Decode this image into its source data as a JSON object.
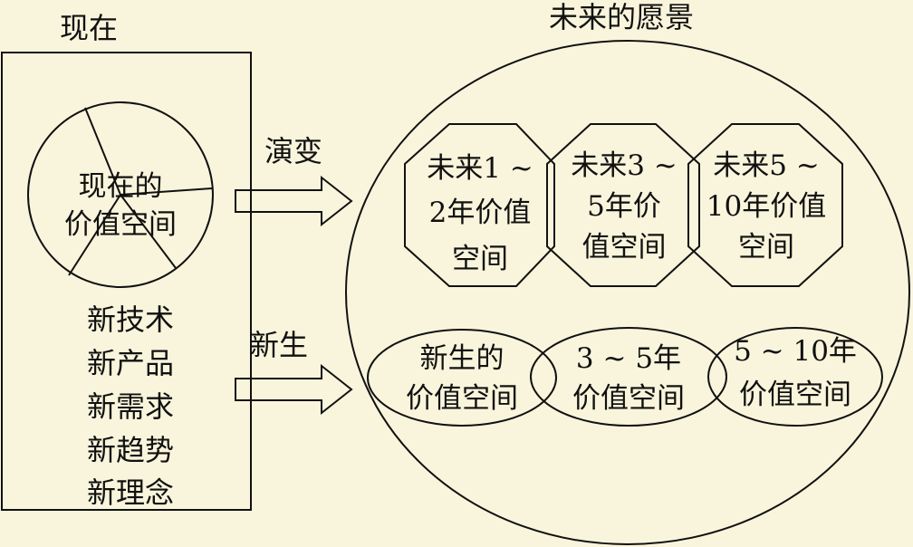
{
  "left_panel": {
    "title": "现在",
    "pie_label": [
      "现在的",
      "价值空间"
    ],
    "items": [
      "新技术",
      "新产品",
      "新需求",
      "新趋势",
      "新理念"
    ]
  },
  "arrows": {
    "evolve": "演变",
    "emerge": "新生"
  },
  "right_panel": {
    "title": "未来的愿景",
    "octagons": [
      [
        "未来1 ~",
        "2年价值",
        "空间"
      ],
      [
        "未来3 ~",
        "5年价",
        "值空间"
      ],
      [
        "未来5 ~",
        "10年价值",
        "空间"
      ]
    ],
    "ellipses": [
      [
        "新生的",
        "价值空间"
      ],
      [
        "3 ~ 5年",
        "价值空间"
      ],
      [
        "5 ~ 10年",
        "价值空间"
      ]
    ]
  }
}
